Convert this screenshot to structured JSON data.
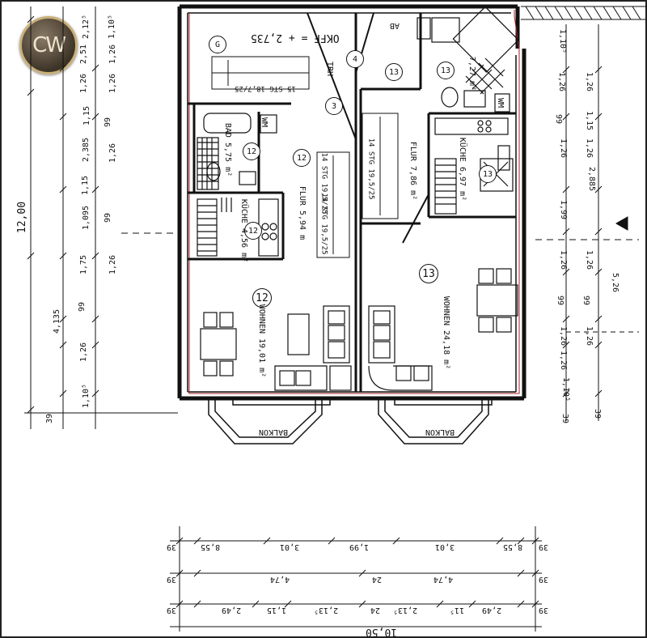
{
  "logo_text": "CW",
  "rooms": {
    "left_bath": {
      "name": "BAD",
      "area": "5,75 m²",
      "num": "12"
    },
    "left_kitchen": {
      "name": "KÜCHE",
      "area": "4,56 m²",
      "num": "12"
    },
    "left_hall": {
      "name": "FLUR",
      "area": "5,94 m",
      "num": "12"
    },
    "left_living": {
      "name": "WOHNEN",
      "area": "19,01 m²",
      "num": "12"
    },
    "right_bath": {
      "area": "7,27 m²",
      "num": "13"
    },
    "right_kitchen": {
      "name": "KÜCHE",
      "area": "6,97 m²",
      "num": "13"
    },
    "right_hall": {
      "name": "FLUR",
      "area": "7,86 m²",
      "num": "13"
    },
    "right_living": {
      "name": "WOHNEN",
      "area": "24,18 m²",
      "num": "13"
    }
  },
  "labels": {
    "okff": "OKFF = + 2,735",
    "ab": "AB",
    "wm1": "WM",
    "wm2": "WM",
    "trh": "TRH",
    "stair_top": "15 STG 18,7/25",
    "stair_left": "14 STG 19,5/25",
    "stair_mid": "14 STG 19,5/25",
    "stair_mid2": "14 STG 19,5/25",
    "balkon_left": "BALKON",
    "balkon_right": "BALKON",
    "circle_g": "G",
    "circle_3": "3",
    "circle_4": "4"
  },
  "dims": {
    "overall_height": "12,00",
    "overall_width": "10,50",
    "left_outer": [
      "39",
      "1,10⁵",
      "1,26",
      "99",
      "4,135",
      "1,75",
      "1,26",
      "99",
      "1,095",
      "1,26",
      "1,15",
      "2,385",
      "99",
      "1,26",
      "1,15",
      "1,26",
      "2,51",
      "1,26",
      "1,10⁵",
      "2,12⁵"
    ],
    "right_outer": [
      "1,10⁵",
      "1,26",
      "1,26",
      "99",
      "1,26",
      "1,15",
      "1,99",
      "2,885",
      "1,26",
      "99",
      "1,26",
      "1,26",
      "5,26",
      "1,26",
      "99",
      "1,26",
      "1,26",
      "1,10⁵",
      "39",
      "39"
    ],
    "bottom_row1": [
      "39",
      "8,55",
      "3,01",
      "1,99",
      "3,01",
      "8,55",
      "39"
    ],
    "bottom_row2": [
      "39",
      "4,74",
      "24",
      "4,74",
      "39"
    ],
    "bottom_row3": [
      "39",
      "2,49",
      "1,15",
      "2,13⁵",
      "24",
      "2,13⁵",
      "11⁵",
      "2,49",
      "39"
    ]
  }
}
